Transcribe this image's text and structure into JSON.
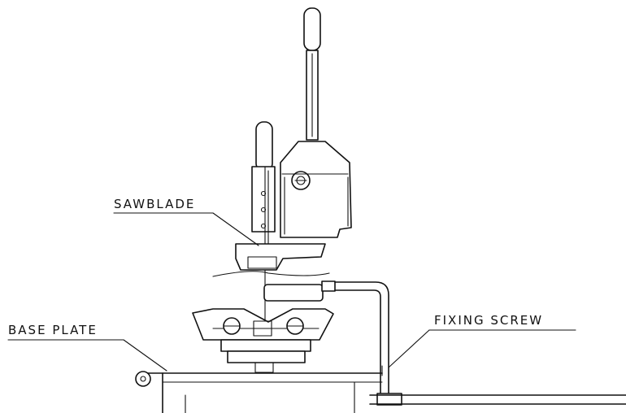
{
  "labels": {
    "sawblade": "SAWBLADE",
    "base_plate": "BASE PLATE",
    "fixing_screw": "FIXING SCREW"
  },
  "parts": {
    "lever": "lever-handle",
    "motor_housing": "motor-housing",
    "saw_arm": "saw-blade-arm",
    "clamp": "vise-clamp",
    "base": "base-plate",
    "fixing_screw": "fixing-screw-rod"
  }
}
